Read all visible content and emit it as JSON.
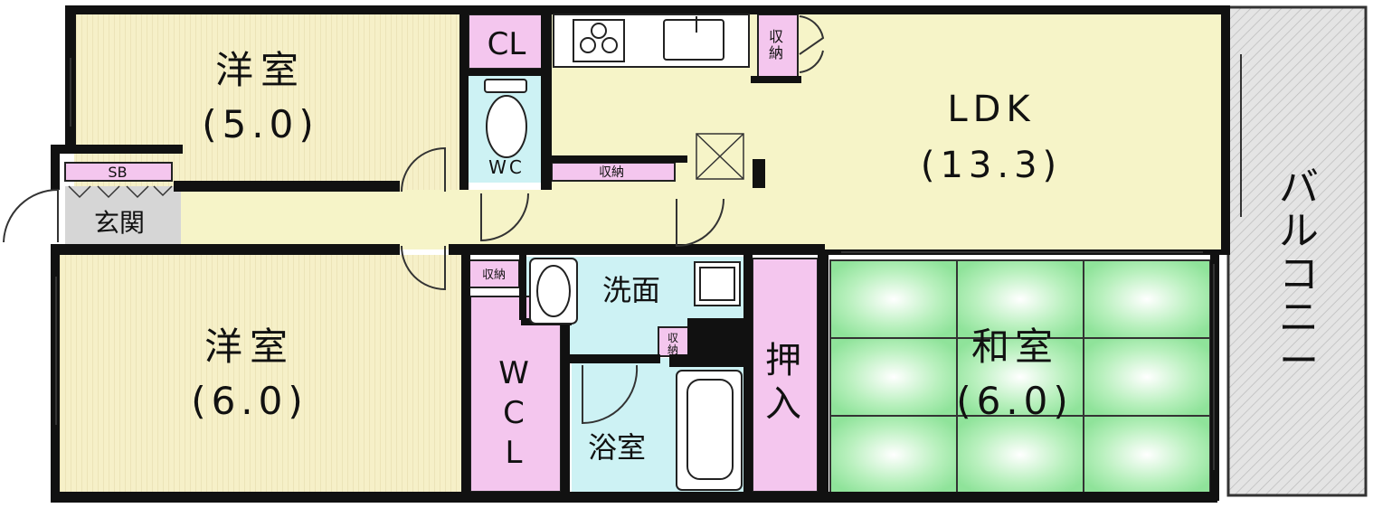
{
  "rooms": {
    "western_room_top": {
      "name": "洋室",
      "size": "(5.0)"
    },
    "western_room_bottom": {
      "name": "洋室",
      "size": "(6.0)"
    },
    "ldk": {
      "name": "LDK",
      "size": "(13.3)"
    },
    "japanese_room": {
      "name": "和室",
      "size": "(6.0)"
    }
  },
  "labels": {
    "closet": "CL",
    "storage_top": "収納",
    "storage_kitchen_1": "収",
    "storage_kitchen_2": "納",
    "storage_hall": "収納",
    "storage_small": "収納",
    "storage_wash_1": "収",
    "storage_wash_2": "納",
    "wc": "WC",
    "shoe_box": "SB",
    "entrance": "玄関",
    "washroom": "洗面",
    "bathroom": "浴室",
    "walkin_closet_w": "W",
    "walkin_closet_c": "C",
    "walkin_closet_l": "L",
    "oshiire_1": "押",
    "oshiire_2": "入",
    "balcony": [
      "バ",
      "ル",
      "コ",
      "ニ",
      "ー"
    ]
  },
  "colors": {
    "western_floor": "#f6f0c8",
    "ldk_floor": "#f6f4c8",
    "wet_area": "#cdf2f4",
    "storage": "#f4c6ee",
    "tatami": "#a8ecb0",
    "entrance": "#d8d8d8",
    "wall": "#111111",
    "balcony": "#d9d9d9"
  }
}
